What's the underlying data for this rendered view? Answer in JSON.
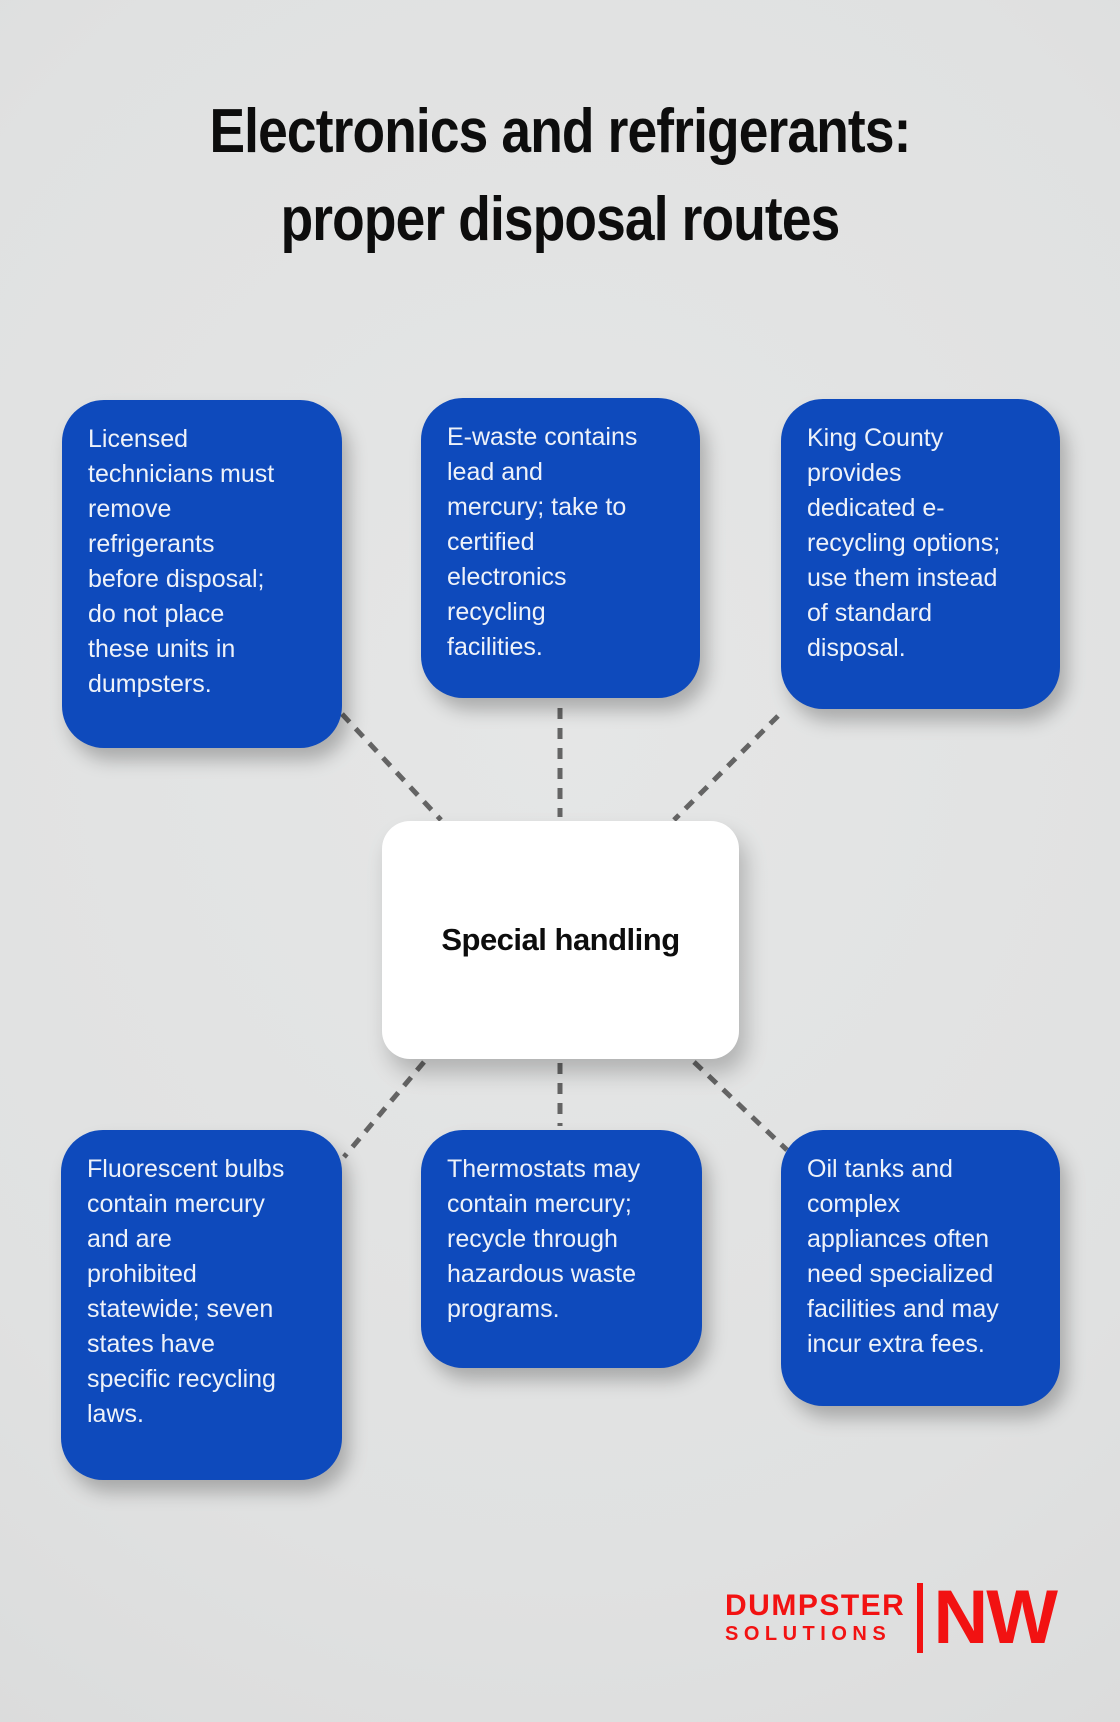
{
  "title": {
    "line1": "Electronics and refrigerants:",
    "line2": "proper disposal routes"
  },
  "center": {
    "label": "Special handling"
  },
  "nodes": [
    {
      "id": "top-left",
      "text": "Licensed\ntechnicians must\nremove\nrefrigerants\nbefore disposal;\ndo not place\nthese units in\ndumpsters."
    },
    {
      "id": "top-middle",
      "text": "E-waste contains\nlead and\nmercury; take to\ncertified\nelectronics\nrecycling\nfacilities."
    },
    {
      "id": "top-right",
      "text": "King County\nprovides\ndedicated e-\nrecycling options;\nuse them instead\nof standard\ndisposal."
    },
    {
      "id": "bottom-left",
      "text": "Fluorescent bulbs\ncontain mercury\nand are\nprohibited\nstatewide; seven\nstates have\nspecific recycling\nlaws."
    },
    {
      "id": "bottom-middle",
      "text": "Thermostats may\ncontain mercury;\nrecycle through\nhazardous waste\nprograms."
    },
    {
      "id": "bottom-right",
      "text": "Oil tanks and\ncomplex\nappliances often\nneed specialized\nfacilities and may\nincur extra fees."
    }
  ],
  "logo": {
    "word1": "DUMPSTER",
    "word2": "SOLUTIONS",
    "word3": "NW"
  },
  "colors": {
    "bg": "#e0e1e1",
    "node_bg": "#0e4abc",
    "node_text": "#eef2f9",
    "center_bg": "#ffffff",
    "center_text": "#0d0d0d",
    "title_text": "#0d0d0d",
    "connector": "#646464",
    "logo_red": "#f21212"
  }
}
